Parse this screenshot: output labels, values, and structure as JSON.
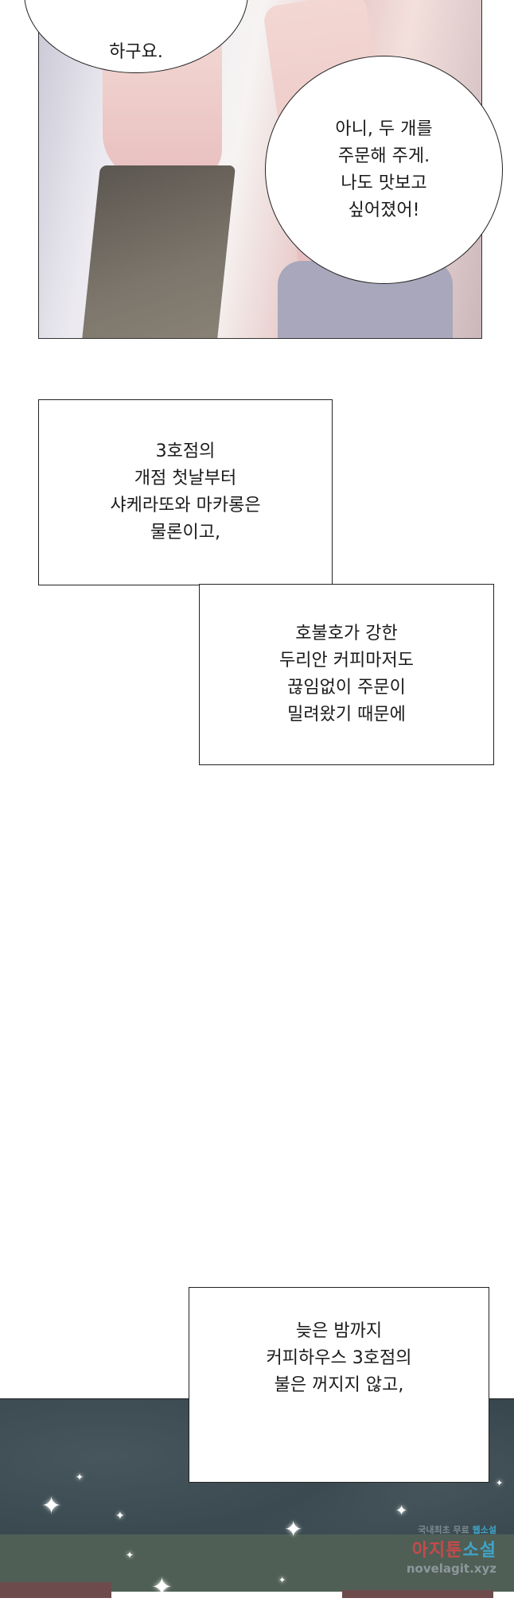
{
  "panel1": {
    "bubble_top": {
      "lines": [
        "하구요."
      ]
    },
    "bubble_right": {
      "lines": [
        "아니, 두 개를",
        "주문해 주게.",
        "나도 맛보고",
        "싶어졌어!"
      ]
    }
  },
  "captions": [
    {
      "lines": [
        "3호점의",
        "개점 첫날부터",
        "샤케라또와 마카롱은",
        "물론이고,"
      ]
    },
    {
      "lines": [
        "호불호가 강한",
        "두리안 커피마저도",
        "끊임없이 주문이",
        "밀려왔기 때문에"
      ]
    },
    {
      "lines": [
        "늦은 밤까지",
        "커피하우스 3호점의",
        "불은 꺼지지 않고,"
      ]
    }
  ],
  "watermark": {
    "line1_a": "국내최초 무료 ",
    "line1_b": "웹소설",
    "line2_a": "아지툰",
    "line2_b": "소설",
    "url": "novelagit.xyz"
  }
}
